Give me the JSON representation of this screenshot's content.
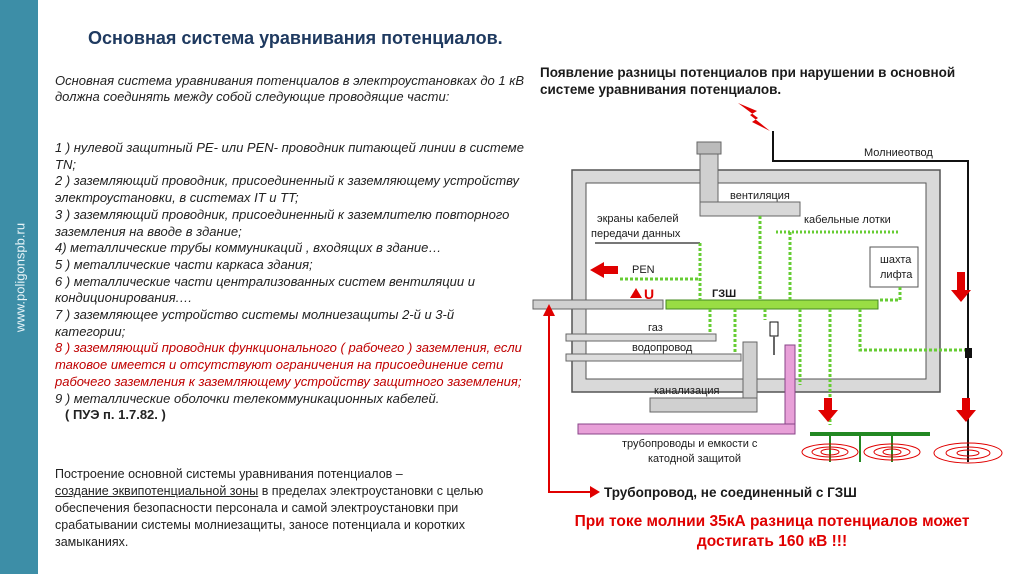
{
  "sidebar": {
    "url": "www.poligonspb.ru"
  },
  "title": "Основная система уравнивания потенциалов.",
  "intro": "Основная система уравнивания потенциалов в электроустановках до 1 кВ должна соединять между собой следующие проводящие части:",
  "list": [
    "1 ) нулевой защитный PE- или PEN- проводник питающей линии в системе TN;",
    "2 ) заземляющий проводник, присоединенный к заземляющему устройству электроустановки, в системах IT и TT;",
    "3 ) заземляющий проводник, присоединенный к заземлителю повторного заземления на вводе в здание;",
    "4) металлические трубы коммуникаций , входящих в здание…",
    "5 ) металлические части каркаса здания;",
    "6 ) металлические части централизованных систем вентиляции и кондиционирования.…",
    "7 ) заземляющее устройство системы молниезащиты 2-й и 3-й категории;",
    "8 ) заземляющий проводник функционального ( рабочего ) заземления, если таковое имеется и отсутствуют ограничения на присоединение сети рабочего заземления к заземляющему устройству защитного заземления;",
    "9 ) металлические оболочки телекоммуникационных кабелей."
  ],
  "pue_ref": "( ПУЭ п. 1.7.82. )",
  "bottom_note": {
    "before": "Построение основной системы уравнивания потенциалов –",
    "underlined": "создание эквипотенциальной зоны",
    "after": " в пределах электроустановки с целью обеспечения безопасности персонала и самой электроустановки при срабатывании системы молниезащиты, заносе потенциала и коротких замыканиях."
  },
  "right_title": "Появление разницы потенциалов при нарушении в основной системе уравнивания потенциалов.",
  "diagram": {
    "lightning_rod": "Молниеотвод",
    "ventilation": "вентиляция",
    "cable_screens_1": "экраны кабелей",
    "cable_screens_2": "передачи данных",
    "cable_trays": "кабельные лотки",
    "elevator_1": "шахта",
    "elevator_2": "лифта",
    "pen": "PEN",
    "delta_u": "U",
    "gzsh": "ГЗШ",
    "gas": "газ",
    "water": "водопровод",
    "sewer": "канализация",
    "cathodic_1": "трубопроводы и емкости с",
    "cathodic_2": "катодной защитой",
    "unconnected_pipe": "Трубопровод, не соединенный с ГЗШ"
  },
  "warning": "При токе молнии 35кА разница потенциалов может достигать 160 кВ !!!",
  "colors": {
    "sidebar": "#3d8ea7",
    "title": "#1f3a60",
    "red": "#e00000",
    "green": "#66cc33",
    "gzsh_bar": "#99dd44"
  }
}
